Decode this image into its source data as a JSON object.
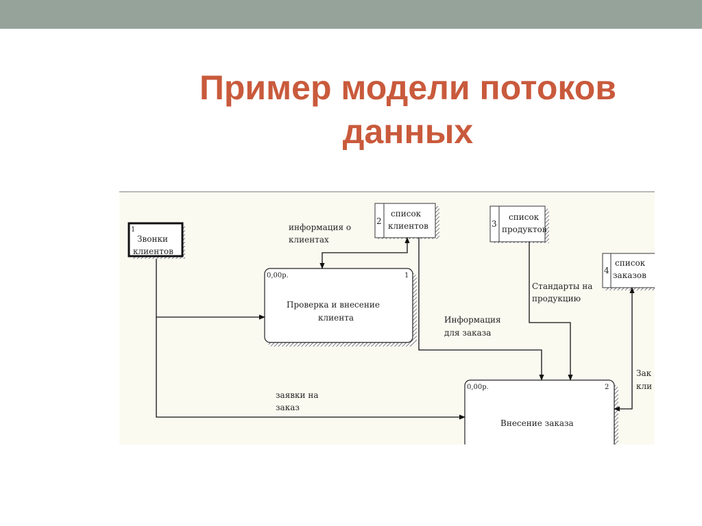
{
  "slide": {
    "title_line1": "Пример модели потоков",
    "title_line2": "данных",
    "accent_color": "#c95a3c",
    "top_bar_color": "#95a39b"
  },
  "diagram": {
    "background": "#fbfaf1",
    "external_entity": {
      "number": "1",
      "line1": "Звонки",
      "line2": "клиентов"
    },
    "stores": [
      {
        "number": "2",
        "line1": "список",
        "line2": "клиентов"
      },
      {
        "number": "3",
        "line1": "список",
        "line2": "продуктов"
      },
      {
        "number": "4",
        "line1": "список",
        "line2": "заказов"
      }
    ],
    "processes": [
      {
        "cost": "0,00р.",
        "number": "1",
        "line1": "Проверка и внесение",
        "line2": "клиента"
      },
      {
        "cost": "0,00р.",
        "number": "2",
        "line1": "Внесение заказа"
      }
    ],
    "flows": {
      "client_info": {
        "line1": "информация о",
        "line2": "клиентах"
      },
      "standards": {
        "line1": "Стандарты на",
        "line2": "продукцию"
      },
      "order_info": {
        "line1": "Информация",
        "line2": "для заказа"
      },
      "order_requests": {
        "line1": "заявки на",
        "line2": "заказ"
      },
      "orders_cut": {
        "line1": "Зак",
        "line2": "кли"
      }
    }
  }
}
